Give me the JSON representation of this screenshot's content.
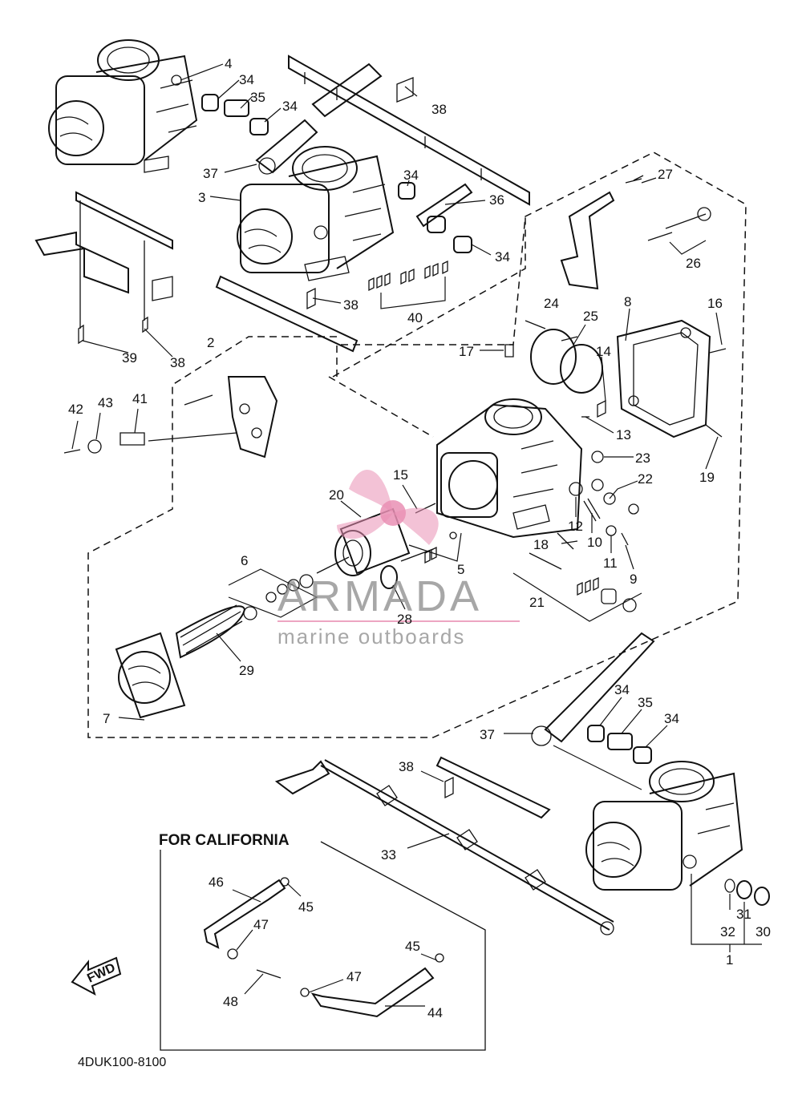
{
  "callouts": [
    {
      "id": "c4",
      "text": "4"
    },
    {
      "id": "c34a",
      "text": "34"
    },
    {
      "id": "c35a",
      "text": "35"
    },
    {
      "id": "c34b",
      "text": "34"
    },
    {
      "id": "c38a",
      "text": "38"
    },
    {
      "id": "c37a",
      "text": "37"
    },
    {
      "id": "c34c",
      "text": "34"
    },
    {
      "id": "c27",
      "text": "27"
    },
    {
      "id": "c3",
      "text": "3"
    },
    {
      "id": "c36",
      "text": "36"
    },
    {
      "id": "c34d",
      "text": "34"
    },
    {
      "id": "c26",
      "text": "26"
    },
    {
      "id": "c40",
      "text": "40"
    },
    {
      "id": "c38b",
      "text": "38"
    },
    {
      "id": "c24",
      "text": "24"
    },
    {
      "id": "c8",
      "text": "8"
    },
    {
      "id": "c16",
      "text": "16"
    },
    {
      "id": "c25",
      "text": "25"
    },
    {
      "id": "c39",
      "text": "39"
    },
    {
      "id": "c38c",
      "text": "38"
    },
    {
      "id": "c2",
      "text": "2"
    },
    {
      "id": "c17",
      "text": "17"
    },
    {
      "id": "c14",
      "text": "14"
    },
    {
      "id": "c42",
      "text": "42"
    },
    {
      "id": "c43",
      "text": "43"
    },
    {
      "id": "c41",
      "text": "41"
    },
    {
      "id": "c13",
      "text": "13"
    },
    {
      "id": "c19",
      "text": "19"
    },
    {
      "id": "c23",
      "text": "23"
    },
    {
      "id": "c15",
      "text": "15"
    },
    {
      "id": "c22",
      "text": "22"
    },
    {
      "id": "c20",
      "text": "20"
    },
    {
      "id": "c12",
      "text": "12"
    },
    {
      "id": "c10",
      "text": "10"
    },
    {
      "id": "c18",
      "text": "18"
    },
    {
      "id": "c11",
      "text": "11"
    },
    {
      "id": "c6",
      "text": "6"
    },
    {
      "id": "c5",
      "text": "5"
    },
    {
      "id": "c9",
      "text": "9"
    },
    {
      "id": "c21",
      "text": "21"
    },
    {
      "id": "c28",
      "text": "28"
    },
    {
      "id": "c29",
      "text": "29"
    },
    {
      "id": "c7",
      "text": "7"
    },
    {
      "id": "c34e",
      "text": "34"
    },
    {
      "id": "c35b",
      "text": "35"
    },
    {
      "id": "c34f",
      "text": "34"
    },
    {
      "id": "c37b",
      "text": "37"
    },
    {
      "id": "c38d",
      "text": "38"
    },
    {
      "id": "c33",
      "text": "33"
    },
    {
      "id": "c46",
      "text": "46"
    },
    {
      "id": "c45a",
      "text": "45"
    },
    {
      "id": "c47a",
      "text": "47"
    },
    {
      "id": "c45b",
      "text": "45"
    },
    {
      "id": "c47b",
      "text": "47"
    },
    {
      "id": "c48",
      "text": "48"
    },
    {
      "id": "c44",
      "text": "44"
    },
    {
      "id": "c31",
      "text": "31"
    },
    {
      "id": "c32",
      "text": "32"
    },
    {
      "id": "c30",
      "text": "30"
    },
    {
      "id": "c1",
      "text": "1"
    }
  ],
  "california_label": "FOR CALIFORNIA",
  "fwd_label": "FWD",
  "diagram_code": "4DUK100-8100",
  "watermark": {
    "brand": "ARMADA",
    "tagline": "marine outboards",
    "accent_color": "#e98fb4",
    "text_color": "#8a8a8a"
  }
}
